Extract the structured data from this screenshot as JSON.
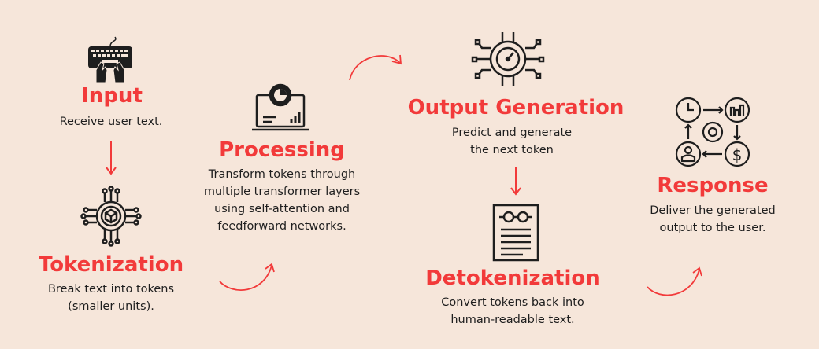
{
  "colors": {
    "background": "#f6e6da",
    "accent": "#f23a3a",
    "text": "#1e1e1e"
  },
  "steps": [
    {
      "id": "input",
      "icon": "keyboard-typing-icon",
      "title": "Input",
      "desc": [
        "Receive user text."
      ]
    },
    {
      "id": "tokenization",
      "icon": "circuit-cube-icon",
      "title": "Tokenization",
      "desc": [
        "Break text into tokens",
        "(smaller units)."
      ]
    },
    {
      "id": "processing",
      "icon": "laptop-gear-icon",
      "title": "Processing",
      "desc": [
        "Transform tokens through",
        "multiple transformer layers",
        "using self-attention and",
        "feedforward networks."
      ]
    },
    {
      "id": "output",
      "icon": "circuit-gauge-icon",
      "title": "Output Generation",
      "desc": [
        "Predict and generate",
        "the next token"
      ]
    },
    {
      "id": "detokenization",
      "icon": "document-glasses-icon",
      "title": "Detokenization",
      "desc": [
        "Convert tokens back into",
        "human-readable text."
      ]
    },
    {
      "id": "response",
      "icon": "workflow-cycle-icon",
      "title": "Response",
      "desc": [
        "Deliver the generated",
        "output to the user."
      ]
    }
  ]
}
